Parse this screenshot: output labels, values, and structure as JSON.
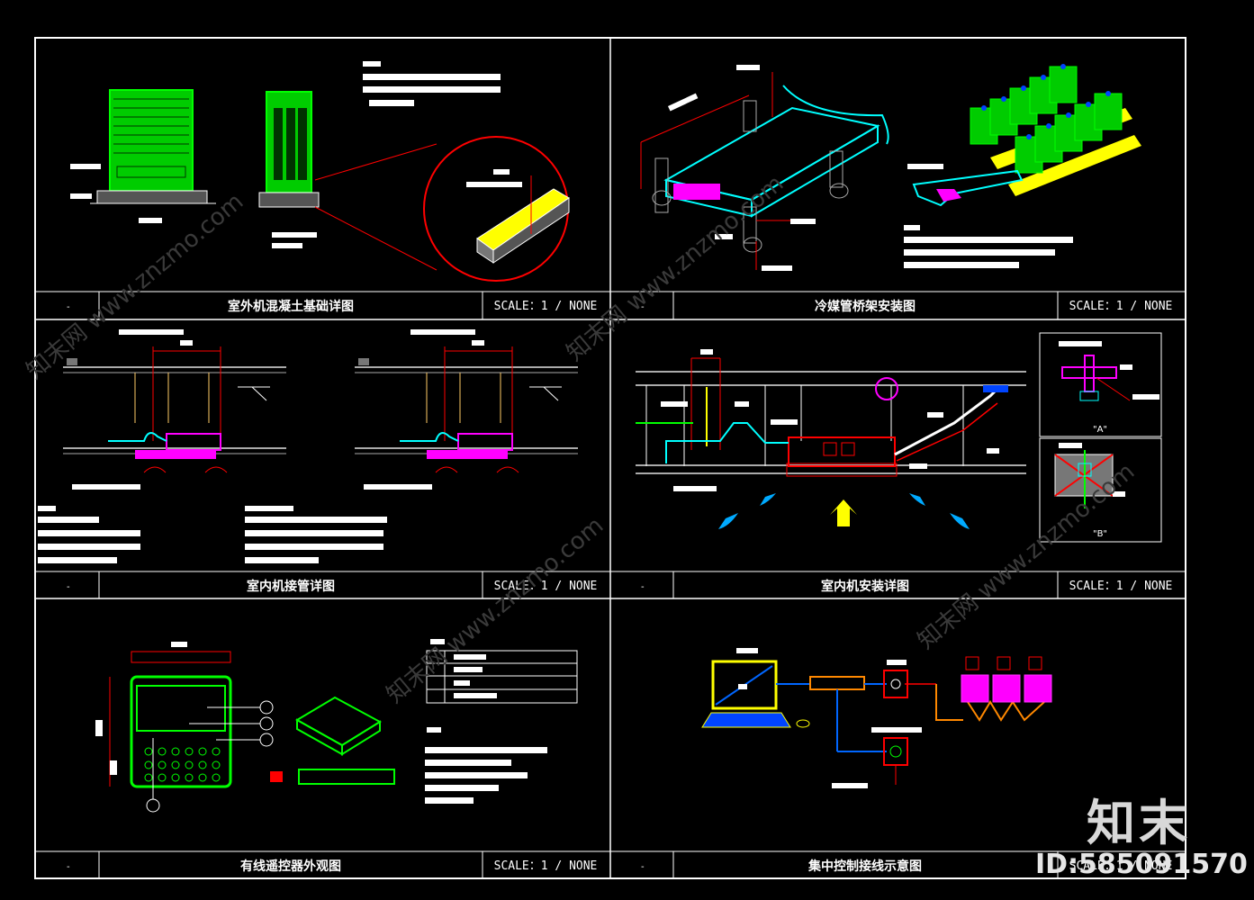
{
  "panels": [
    {
      "number": "-",
      "title": "室外机混凝土基础详图",
      "scale": "SCALE：1 / NONE"
    },
    {
      "number": "-",
      "title": "冷媒管桥架安装图",
      "scale": "SCALE：1 / NONE"
    },
    {
      "number": "-",
      "title": "室内机接管详图",
      "scale": "SCALE：1 / NONE"
    },
    {
      "number": "-",
      "title": "室内机安装详图",
      "scale": "SCALE：1 / NONE"
    },
    {
      "number": "-",
      "title": "有线遥控器外观图",
      "scale": "SCALE：1 / NONE"
    },
    {
      "number": "-",
      "title": "集中控制接线示意图",
      "scale": "SCALE：1 / NONE"
    }
  ],
  "detail_labels": {
    "a": "\"A\"",
    "b": "\"B\""
  },
  "watermark": {
    "site": "知末网 www.znzmo.com",
    "brand": "知末",
    "id": "ID:585091570"
  },
  "colors": {
    "frame": "#ffffff",
    "green": "#00ff00",
    "red": "#ff0000",
    "magenta": "#ff00ff",
    "cyan": "#00ffff",
    "yellow": "#ffff00",
    "blue": "#0066ff",
    "orange": "#ff8800"
  }
}
